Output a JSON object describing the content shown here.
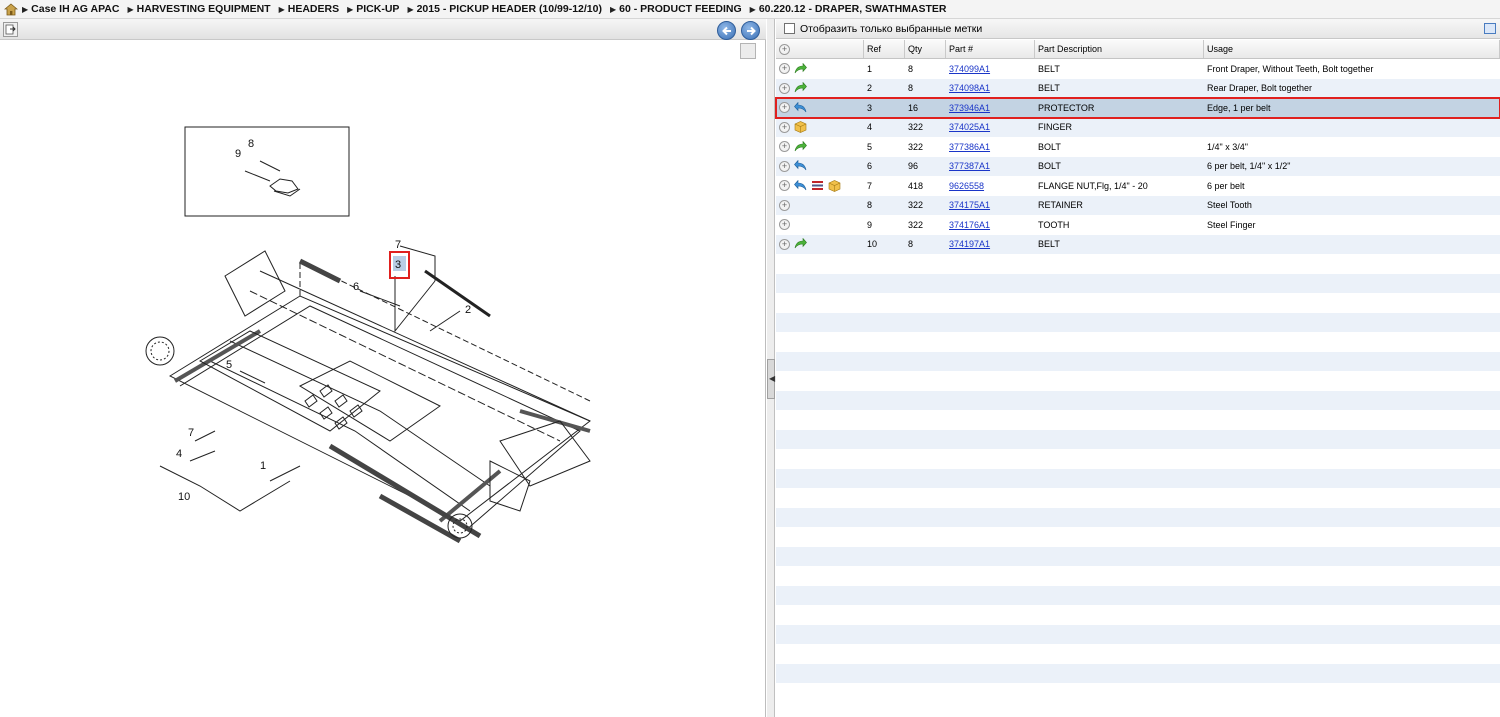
{
  "breadcrumb": [
    "Case IH AG APAC",
    "HARVESTING EQUIPMENT",
    "HEADERS",
    "PICK-UP",
    "2015 - PICKUP HEADER (10/99-12/10)",
    "60 - PRODUCT FEEDING",
    "60.220.12 - DRAPER, SWATHMASTER"
  ],
  "filter": {
    "label": "Отобразить только выбранные метки"
  },
  "columns": [
    "Ref",
    "Qty",
    "Part #",
    "Part Description",
    "Usage"
  ],
  "rows": [
    {
      "ref": "1",
      "qty": "8",
      "part": "374099A1",
      "desc": "BELT",
      "usage": "Front Draper, Without Teeth, Bolt together",
      "icons": [
        "green-arrow"
      ]
    },
    {
      "ref": "2",
      "qty": "8",
      "part": "374098A1",
      "desc": "BELT",
      "usage": "Rear Draper, Bolt together",
      "icons": [
        "green-arrow"
      ]
    },
    {
      "ref": "3",
      "qty": "16",
      "part": "373946A1",
      "desc": "PROTECTOR",
      "usage": "Edge, 1 per belt",
      "icons": [
        "blue-arrow"
      ]
    },
    {
      "ref": "4",
      "qty": "322",
      "part": "374025A1",
      "desc": "FINGER",
      "usage": "",
      "icons": [
        "package"
      ]
    },
    {
      "ref": "5",
      "qty": "322",
      "part": "377386A1",
      "desc": "BOLT",
      "usage": "1/4\" x 3/4\"",
      "icons": [
        "green-arrow"
      ]
    },
    {
      "ref": "6",
      "qty": "96",
      "part": "377387A1",
      "desc": "BOLT",
      "usage": "6 per belt, 1/4\" x 1/2\"",
      "icons": [
        "blue-arrow"
      ]
    },
    {
      "ref": "7",
      "qty": "418",
      "part": "9626558",
      "desc": "FLANGE NUT,Flg, 1/4\" - 20",
      "usage": "6 per belt",
      "icons": [
        "blue-arrow",
        "list",
        "package"
      ]
    },
    {
      "ref": "8",
      "qty": "322",
      "part": "374175A1",
      "desc": "RETAINER",
      "usage": "Steel Tooth",
      "icons": []
    },
    {
      "ref": "9",
      "qty": "322",
      "part": "374176A1",
      "desc": "TOOTH",
      "usage": "Steel Finger",
      "icons": []
    },
    {
      "ref": "10",
      "qty": "8",
      "part": "374197A1",
      "desc": "BELT",
      "usage": "",
      "icons": [
        "green-arrow"
      ]
    }
  ],
  "selected_ref": "3",
  "diagram": {
    "callouts": [
      "8",
      "9",
      "7",
      "3",
      "6",
      "2",
      "5",
      "7",
      "4",
      "1",
      "10"
    ]
  },
  "colors": {
    "selection_outline": "#e0201e",
    "link": "#1a35c8",
    "alt_row": "#ebf1f9",
    "selected_row": "#c3d3e3"
  }
}
